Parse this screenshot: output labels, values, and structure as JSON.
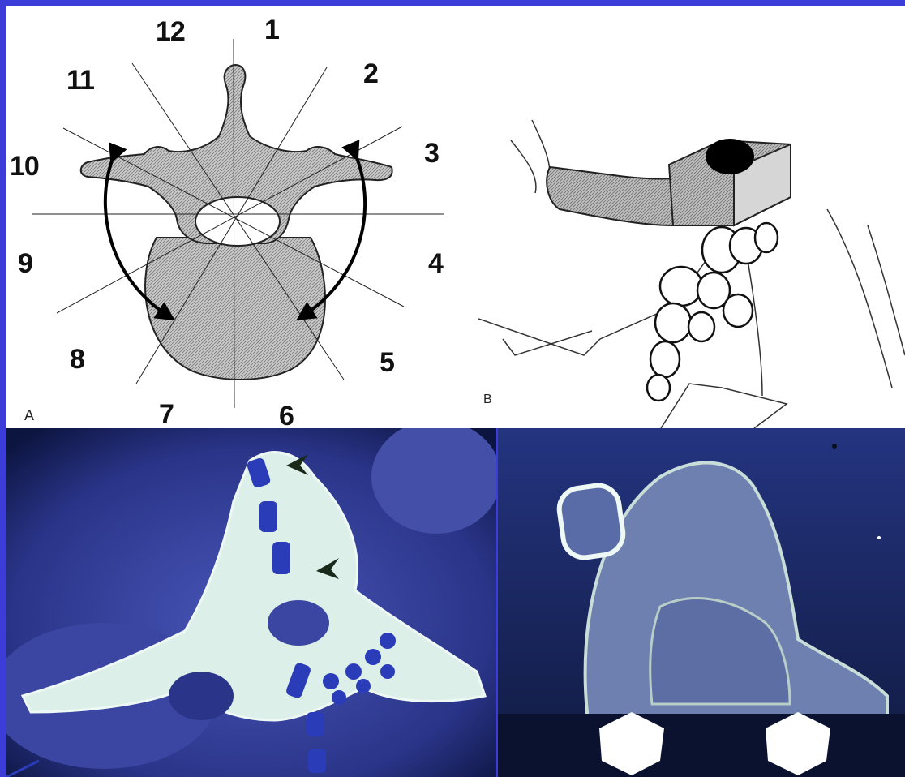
{
  "panel_a": {
    "letter": "A",
    "clock_labels": [
      "1",
      "2",
      "3",
      "4",
      "5",
      "6",
      "7",
      "8",
      "9",
      "10",
      "11",
      "12"
    ]
  },
  "panel_b": {
    "letter": "B"
  },
  "colors": {
    "background": "#3c3cd8",
    "ct_tint": "#3a48b0",
    "bone": "#e4f2ee"
  }
}
